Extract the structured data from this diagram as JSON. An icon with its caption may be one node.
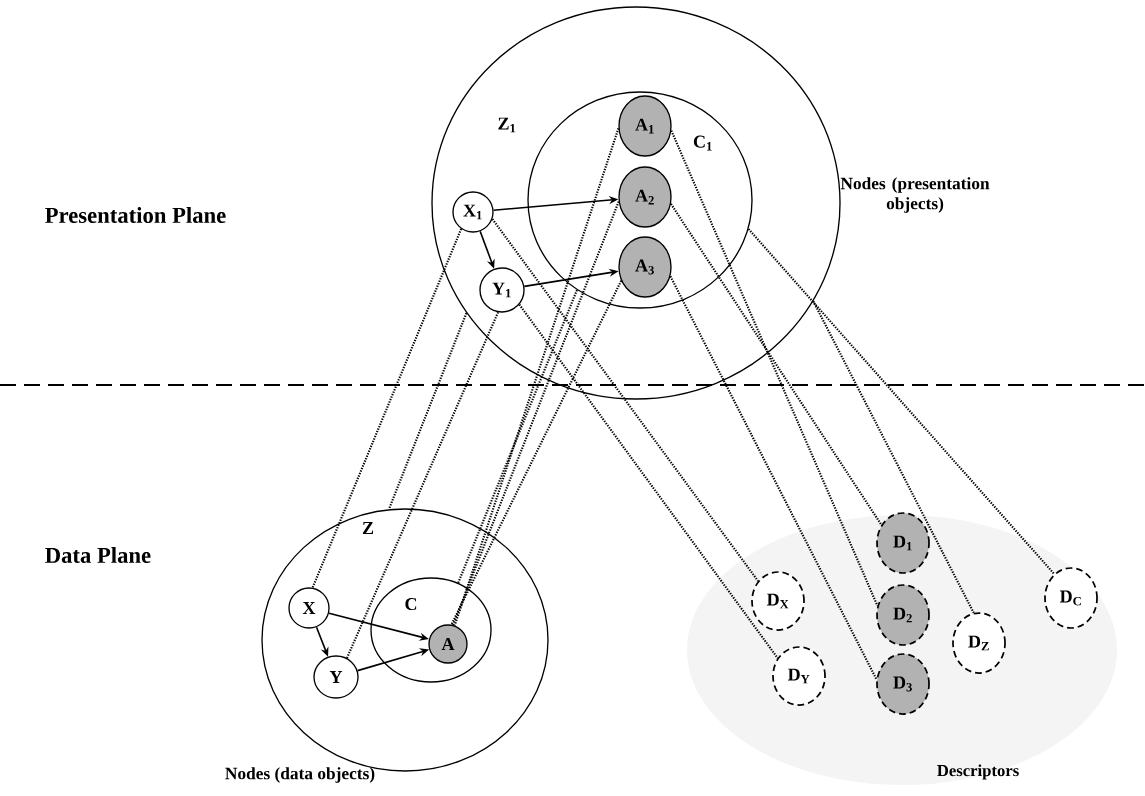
{
  "diagram": {
    "nodes": [
      {
        "text": [
          "Z$_{1}$"
        ]
      },
      {
        "text": [
          "C$_{1}$"
        ],
        "in": 0
      },
      {
        "text": [
          "X$_{1}$"
        ],
        "in": 0
      },
      {
        "text": [
          "Y$_{1}$"
        ],
        "in": 0
      },
      {
        "text": [
          "A$_{1}$"
        ],
        "in": 1
      },
      {
        "text": [
          "A$_{2}$"
        ],
        "in": 1
      },
      {
        "text": [
          "A$_{3}$"
        ],
        "in": 1
      },
      {
        "text": [
          "Z"
        ]
      },
      {
        "text": [
          "C"
        ],
        "in": 7
      },
      {
        "text": [
          "X"
        ],
        "in": 7
      },
      {
        "text": [
          "Y"
        ],
        "in": 7
      },
      {
        "text": [
          "A"
        ],
        "in": 8
      },
      {
        "text": [
          "Descriptors"
        ]
      },
      {
        "text": [
          "D$_{X}$"
        ],
        "in": 12
      },
      {
        "text": [
          "D$_{Y}$"
        ],
        "in": 12
      },
      {
        "text": [
          "D$_{1}$"
        ],
        "in": 12
      },
      {
        "text": [
          "D$_{2}$"
        ],
        "in": 12
      },
      {
        "text": [
          "D$_{3}$"
        ],
        "in": 12
      },
      {
        "text": [
          "D$_{Z}$"
        ],
        "in": 12
      },
      {
        "text": [
          "D$_{C}$"
        ],
        "in": 12
      }
    ],
    "edges": [
      {
        "from": 2,
        "to": 5,
        "arrow": "to"
      },
      {
        "from": 2,
        "to": 3,
        "arrow": "to"
      },
      {
        "from": 3,
        "to": 6,
        "arrow": "to"
      },
      {
        "from": 9,
        "to": 11,
        "arrow": "to"
      },
      {
        "from": 9,
        "to": 10,
        "arrow": "to"
      },
      {
        "from": 10,
        "to": 11,
        "arrow": "to"
      },
      {
        "from": 2,
        "to": 9,
        "arrow": "none",
        "style": "dashed"
      },
      {
        "from": 3,
        "to": 10,
        "arrow": "none",
        "style": "dashed"
      },
      {
        "from": 0,
        "to": 7,
        "arrow": "none",
        "style": "dashed"
      },
      {
        "from": 1,
        "to": 8,
        "arrow": "none",
        "style": "dashed"
      },
      {
        "from": 4,
        "to": 11,
        "arrow": "none",
        "style": "dashed"
      },
      {
        "from": 5,
        "to": 11,
        "arrow": "none",
        "style": "dashed"
      },
      {
        "from": 6,
        "to": 11,
        "arrow": "none",
        "style": "dashed"
      },
      {
        "from": 2,
        "to": 13,
        "arrow": "none",
        "style": "dashed"
      },
      {
        "from": 3,
        "to": 14,
        "arrow": "none",
        "style": "dashed"
      },
      {
        "from": 5,
        "to": 15,
        "arrow": "none",
        "style": "dashed"
      },
      {
        "from": 4,
        "to": 16,
        "arrow": "none",
        "style": "dashed"
      },
      {
        "from": 6,
        "to": 17,
        "arrow": "none",
        "style": "dashed"
      },
      {
        "from": 0,
        "to": 18,
        "arrow": "none",
        "style": "dashed"
      },
      {
        "from": 1,
        "to": 19,
        "arrow": "none",
        "style": "dashed"
      }
    ],
    "labels": [
      "Presentation Plane",
      "Nodes (presentation objects)",
      "Data Plane",
      "Nodes (data objects)"
    ]
  }
}
